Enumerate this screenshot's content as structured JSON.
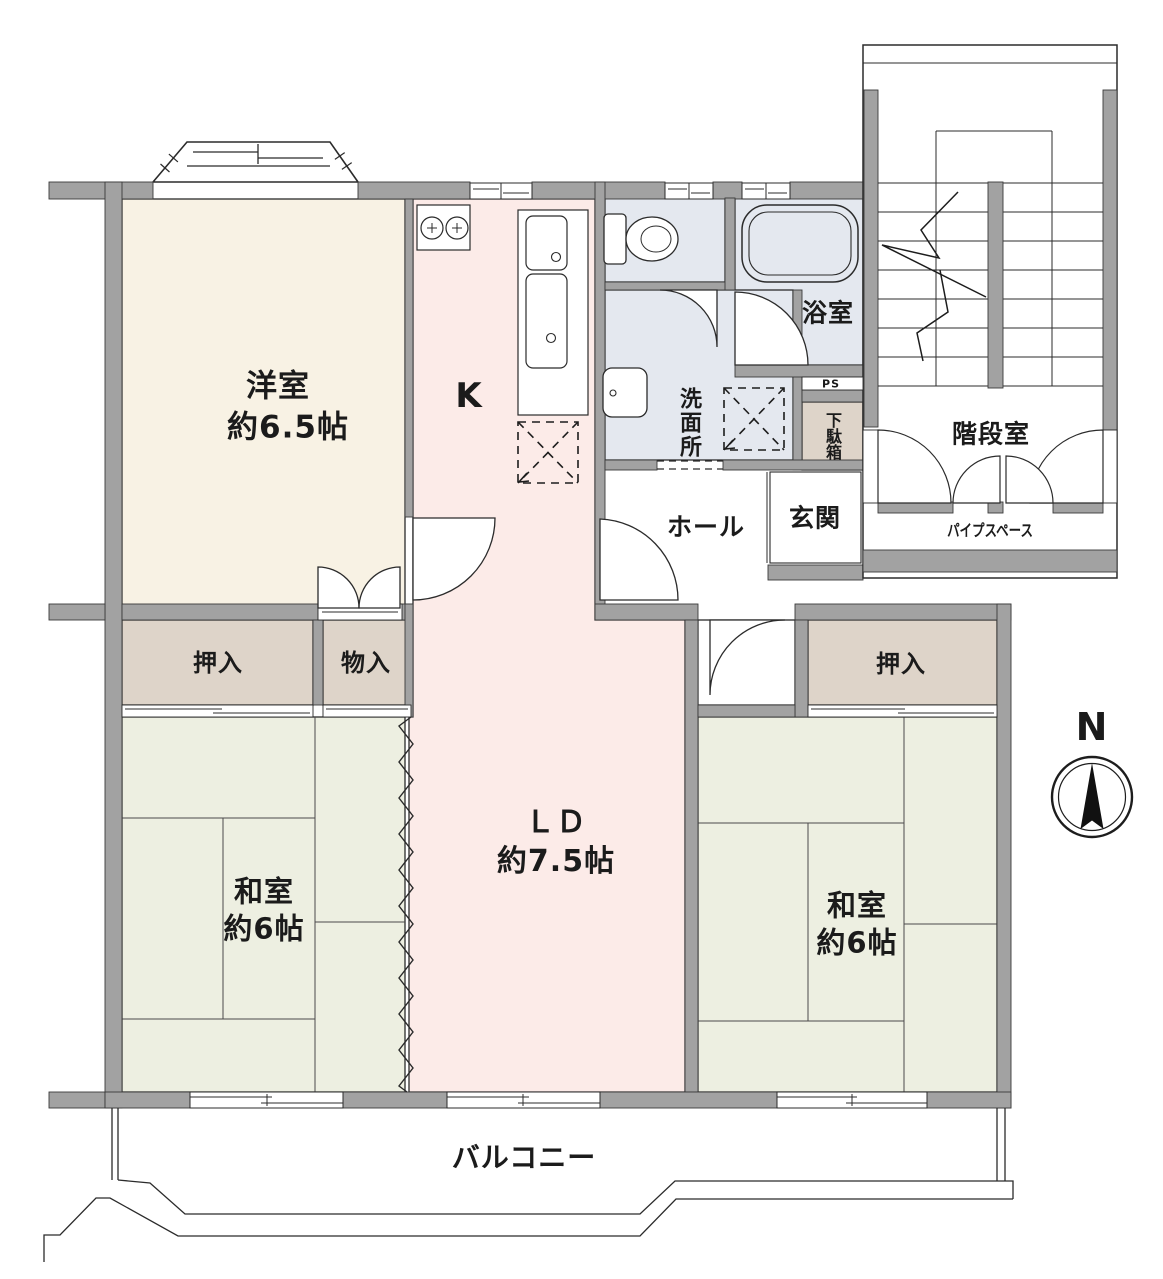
{
  "colors": {
    "wall": "#a2a2a2",
    "outline": "#2b2b2b",
    "western_room": "#f8f2e4",
    "kitchen_living": "#fcebe8",
    "tatami": "#edefe1",
    "wet_area": "#e4e8ef",
    "closet": "#ded4c9",
    "compass_needle": "#111111"
  },
  "rooms": {
    "western_room": {
      "name": "洋室",
      "size": "約6.5帖"
    },
    "kitchen": {
      "name": "K"
    },
    "living_dining": {
      "name": "ＬＤ",
      "size": "約7.5帖"
    },
    "japanese_room_left": {
      "name": "和室",
      "size": "約6帖"
    },
    "japanese_room_right": {
      "name": "和室",
      "size": "約6帖"
    },
    "closet_left": {
      "name": "押入"
    },
    "storage": {
      "name": "物入"
    },
    "closet_right": {
      "name": "押入"
    },
    "bathroom": {
      "name": "浴室"
    },
    "washroom": {
      "name": "洗面所"
    },
    "hall": {
      "name": "ホール"
    },
    "entrance": {
      "name": "玄関"
    },
    "shoe_cabinet": {
      "name": "下駄箱"
    },
    "pipe_shaft": {
      "name": "PS"
    },
    "stair_hall": {
      "name": "階段室"
    },
    "pipe_space": {
      "name": "パイプスペース"
    },
    "balcony": {
      "name": "バルコニー"
    }
  },
  "compass": {
    "north_label": "N"
  }
}
